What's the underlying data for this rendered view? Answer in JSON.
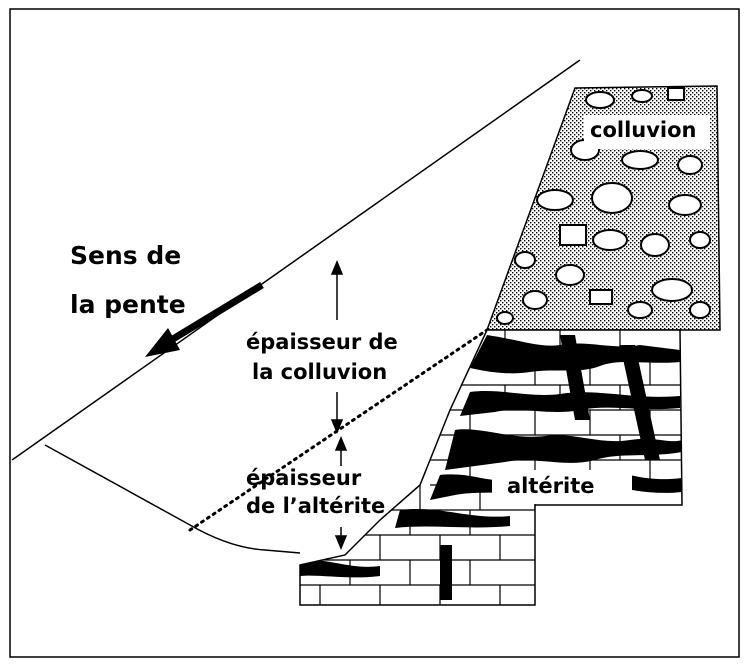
{
  "diagram": {
    "labels": {
      "slope_line1": "Sens de",
      "slope_line2": "la pente",
      "colluvion": "colluvion",
      "alterite": "altérite",
      "colluvion_thickness_line1": "épaisseur de",
      "colluvion_thickness_line2": "la colluvion",
      "alterite_thickness_line1": "épaisseur",
      "alterite_thickness_line2": "de l’altérite"
    },
    "colors": {
      "ink": "#000000",
      "paper": "#ffffff",
      "colluvion_fill": "#bdbdbd"
    }
  }
}
